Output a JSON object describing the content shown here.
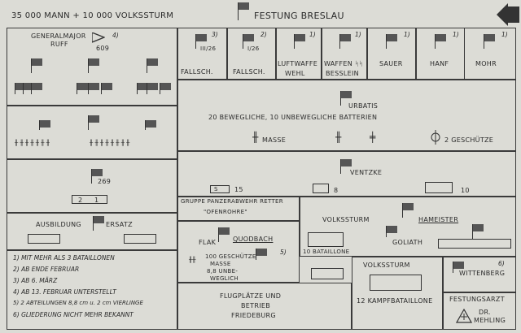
{
  "header": {
    "strength": "35 000 MANN + 10 000 VOLKSSTURM",
    "title": "FESTUNG BRESLAU"
  },
  "commander": {
    "rank": "GENERALMAJOR",
    "name": "RUFF",
    "number": "609",
    "note": "4)"
  },
  "top_units": [
    {
      "label": "FALLSCH.",
      "id": "III/26",
      "note": "3)"
    },
    {
      "label": "FALLSCH.",
      "id": "I/26",
      "note": "2)"
    },
    {
      "label": "LUFTWAFFE",
      "sub": "WEHL",
      "note": "1)"
    },
    {
      "label": "WAFFEN ᛋᛋ",
      "sub": "BESSLEIN",
      "note": "1)"
    },
    {
      "label": "SAUER",
      "note": "1)"
    },
    {
      "label": "HANF",
      "note": "1)"
    },
    {
      "label": "MOHR",
      "note": "1)"
    }
  ],
  "division": {
    "number": "269",
    "units": [
      "2",
      "1"
    ]
  },
  "artillery": {
    "commander": "URBATIS",
    "batteries": "20 BEWEGLICHE, 10 UNBEWEGLICHE BATTERIEN",
    "masse": "MASSE",
    "guns": "2 GESCHÜTZE"
  },
  "ventzke": {
    "name": "VENTZKE",
    "s_num": "15",
    "num8": "8",
    "num10": "10"
  },
  "training": {
    "left": "AUSBILDUNG",
    "right": "ERSATZ"
  },
  "panzerabwehr": {
    "title": "GRUPPE PANZERABWEHR RETTER",
    "sub": "\"OFENROHRE\""
  },
  "flak": {
    "label": "FLAK",
    "name": "QUODBACH",
    "guns": "100 GESCHÜTZE",
    "masse": "MASSE",
    "bewegl": "8,8 UNBE-",
    "bewegl2": "WEGLICH",
    "note": "5)"
  },
  "volkssturm": {
    "label": "VOLKSSTURM",
    "commander": "HAMEISTER",
    "goliath": "GOLIATH",
    "bataillone": "10 BATAILLONE"
  },
  "volkssturm2": {
    "label": "VOLKSSTURM",
    "bataillone": "12 KAMPFBATAILLONE"
  },
  "wittenberg": {
    "name": "WITTENBERG",
    "note": "6)"
  },
  "arzt": {
    "label": "FESTUNGSARZT",
    "name": "DR.",
    "name2": "MEHLING"
  },
  "airfields": {
    "line1": "FLUGPLÄTZE UND",
    "line2": "BETRIEB",
    "line3": "FRIEDEBURG"
  },
  "footnotes": [
    "1) MIT MEHR ALS 3 BATAILLONEN",
    "2) AB ENDE FEBRUAR",
    "3) AB 6. MÄRZ",
    "4) AB 13. FEBRUAR UNTERSTELLT",
    "5) 2 ABTEILUNGEN 8,8 cm u. 2 cm VIERLINGE",
    "6) GLIEDERUNG NICHT MEHR BEKANNT"
  ]
}
